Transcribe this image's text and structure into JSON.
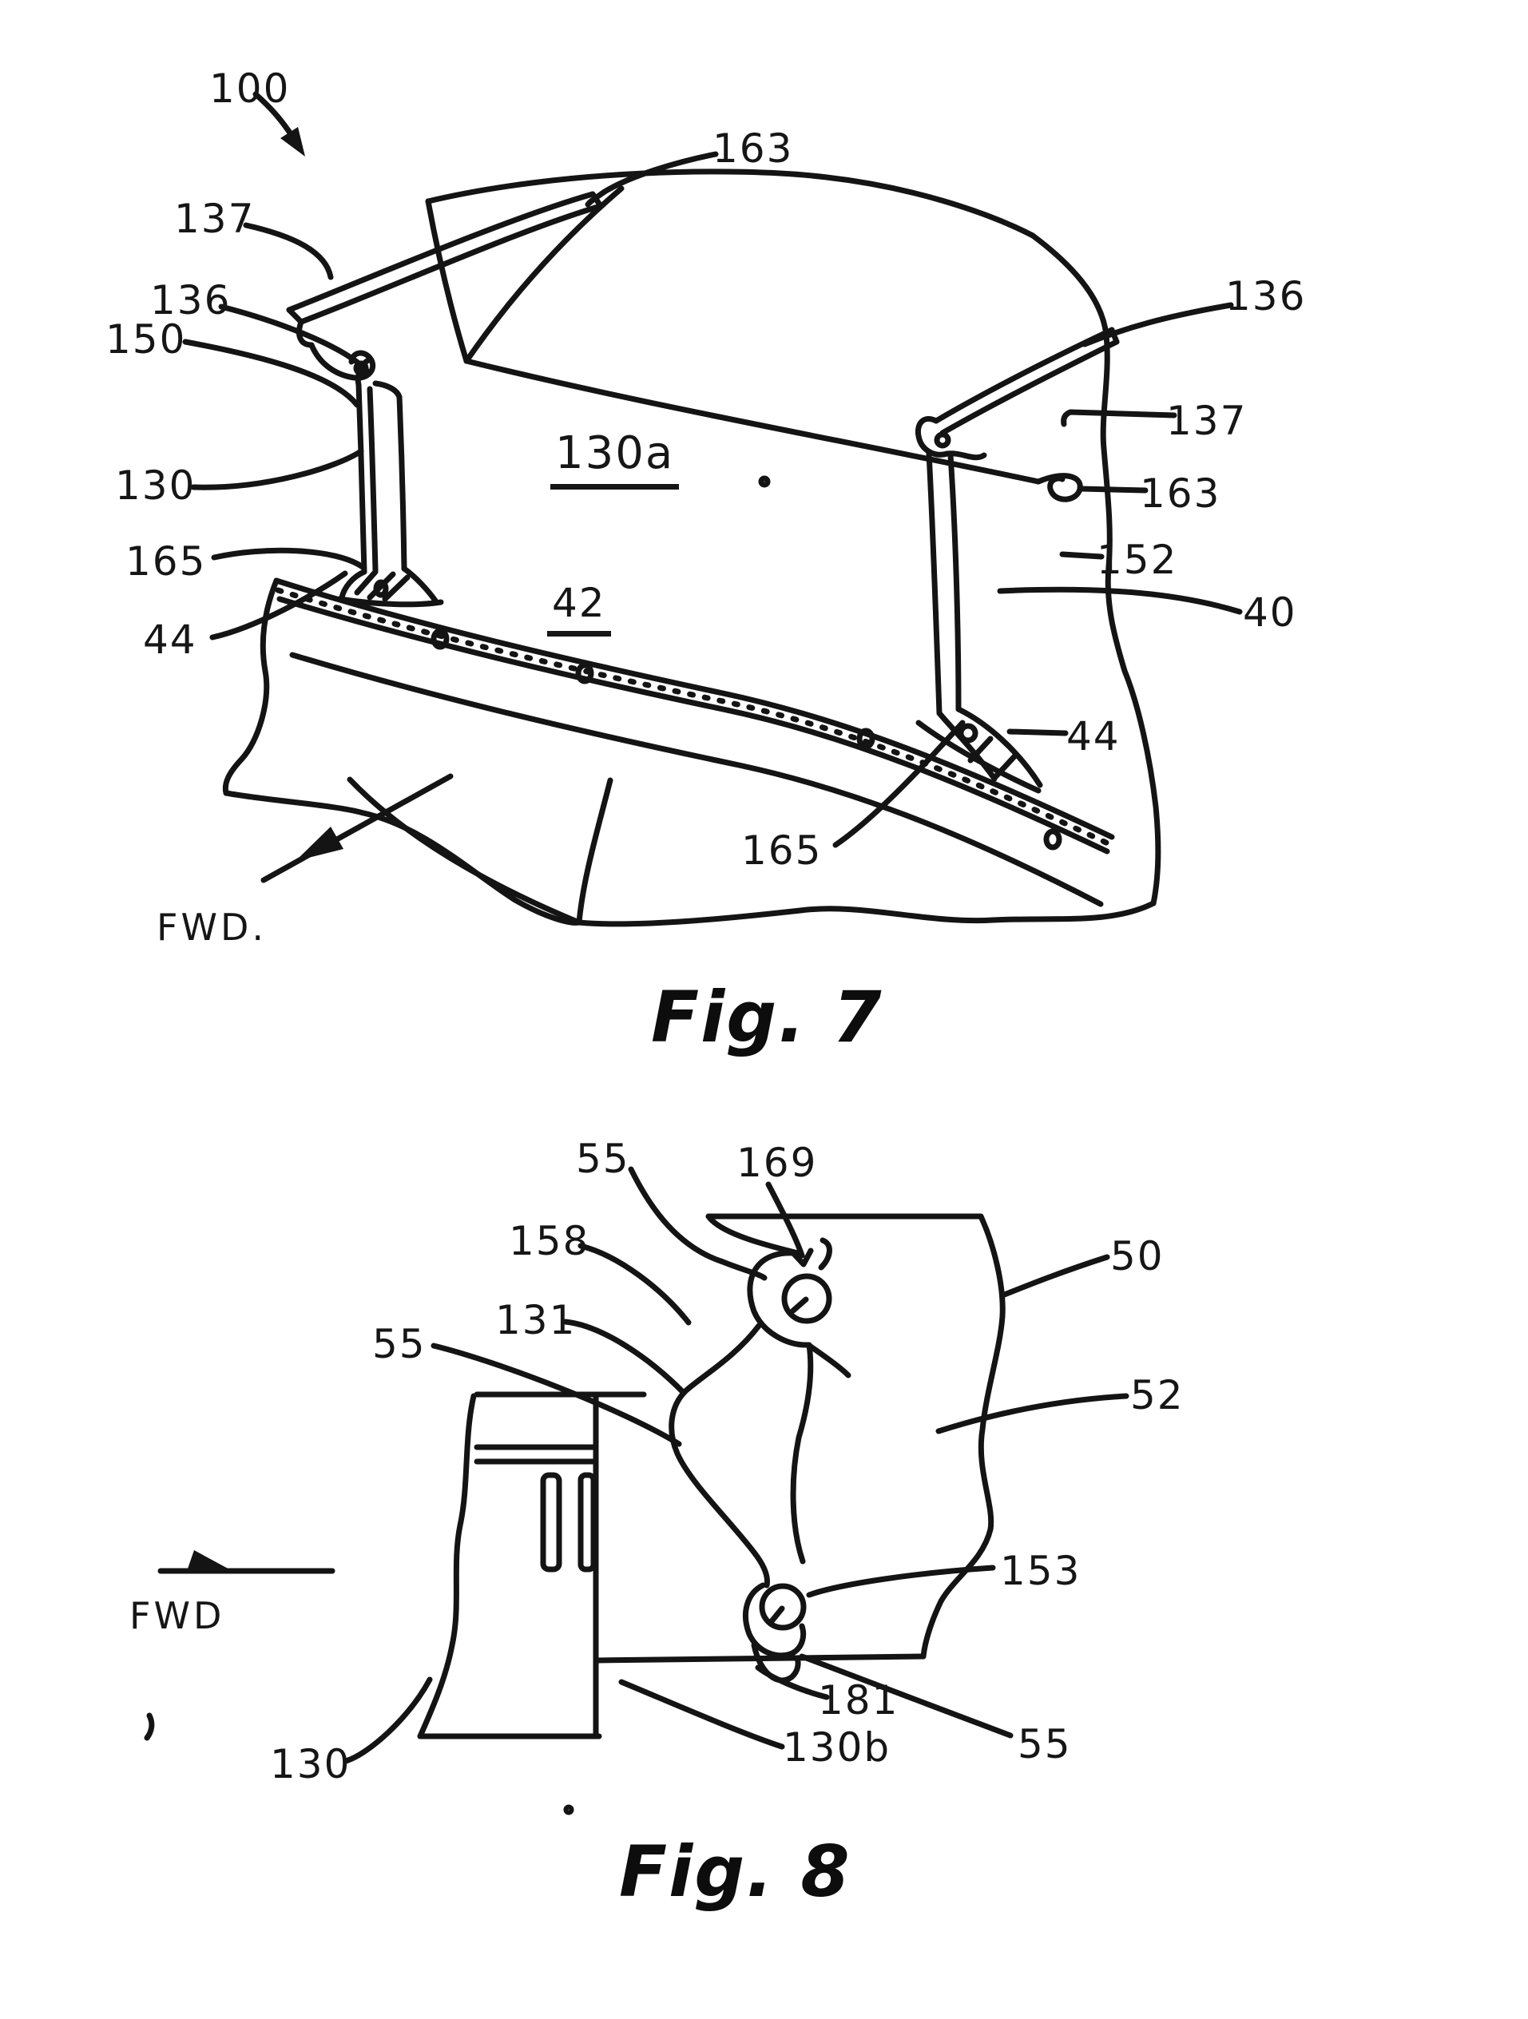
{
  "figure7": {
    "caption": "Fig. 7",
    "fwd": "FWD.",
    "refs": {
      "r100": "100",
      "r137_left": "137",
      "r136_left": "136",
      "r150": "150",
      "r130": "130",
      "r165_left": "165",
      "r44_left": "44",
      "r163_top": "163",
      "r130a": "130a",
      "r42": "42",
      "r136_right": "136",
      "r137_right": "137",
      "r163_right": "163",
      "r152": "152",
      "r40": "40",
      "r44_right": "44",
      "r165_bottom": "165"
    }
  },
  "figure8": {
    "caption": "Fig. 8",
    "fwd": "FWD",
    "refs": {
      "r55_top": "55",
      "r169": "169",
      "r158": "158",
      "r50": "50",
      "r131": "131",
      "r55_mid": "55",
      "r52": "52",
      "r153": "153",
      "r181": "181",
      "r130b": "130b",
      "r55_bottom": "55",
      "r130": "130"
    }
  },
  "drawing_colors": {
    "ink": "#141414",
    "paper": "#ffffff"
  }
}
